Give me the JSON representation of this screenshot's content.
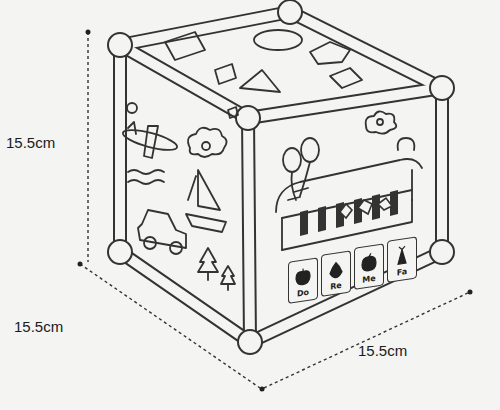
{
  "diagram": {
    "nodes": [
      {
        "text": [
          "Do"
        ]
      },
      {
        "text": [
          "Re"
        ]
      },
      {
        "text": [
          "Me"
        ]
      },
      {
        "text": [
          "Fa"
        ]
      }
    ],
    "labels": [
      "15.5cm",
      "15.5cm",
      "15.5cm"
    ]
  }
}
